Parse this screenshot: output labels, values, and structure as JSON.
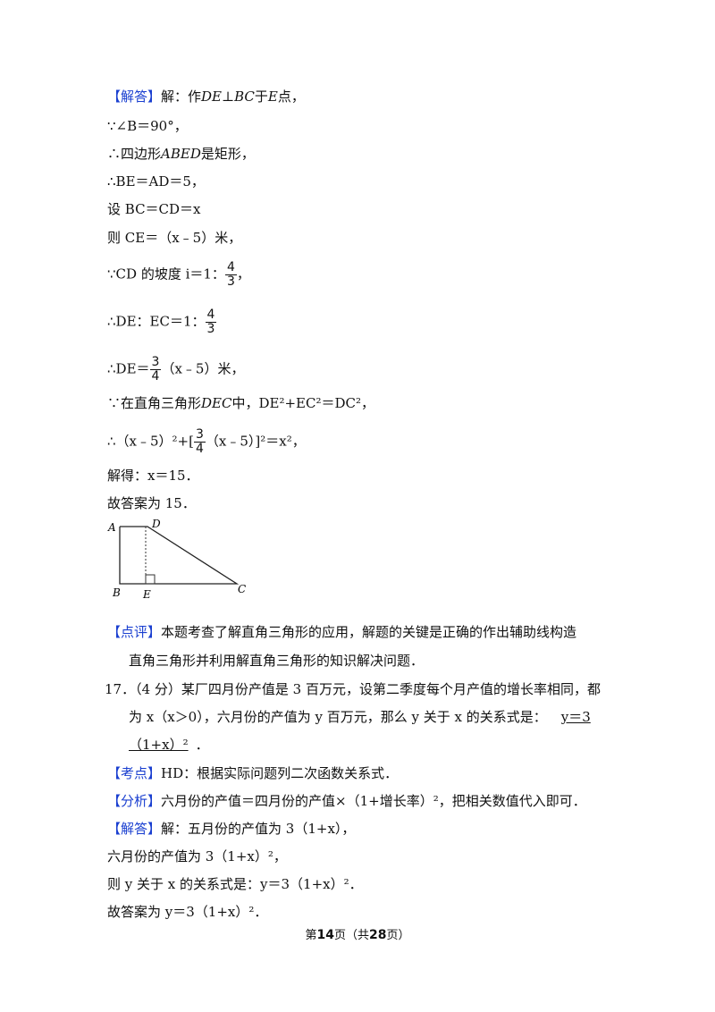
{
  "solution1": {
    "tag": "【解答】",
    "l1": "解：作",
    "de_bc": "DE⊥BC",
    "l1b": "于",
    "E": "E",
    "l1c": "点，",
    "angleB": "∵∠B＝90°，",
    "rect_pre": "∴四边形",
    "ABED": "ABED",
    "rect_post": "是矩形，",
    "be_ad": "∴BE＝AD＝5，",
    "set": "设 BC＝CD＝x",
    "ce": "则 CE＝（x﹣5）米，",
    "slope_pre": "∵CD 的坡度 i＝1：",
    "slope_post": "，",
    "ratio_pre": "∴DE：EC＝1：",
    "de_pre": "∴DE＝",
    "de_post": "（x﹣5）米，",
    "right_pre": "∵在直角三角形",
    "DEC": "DEC",
    "right_post": "中，DE²+EC²＝DC²，",
    "eq_pre": "∴（x﹣5）²+[",
    "eq_post": "（x﹣5）]²＝x²，",
    "solve": "解得：x＝15．",
    "answer": "故答案为 15．",
    "frac43": {
      "n": "4",
      "d": "3"
    },
    "frac34": {
      "n": "3",
      "d": "4"
    }
  },
  "figure": {
    "A": "A",
    "B": "B",
    "C": "C",
    "D": "D",
    "E": "E"
  },
  "comment": {
    "tag": "【点评】",
    "line1": "本题考查了解直角三角形的应用，解题的关键是正确的作出辅助线构造",
    "line2": "直角三角形并利用解直角三角形的知识解决问题．"
  },
  "q17": {
    "line1": "17．（4 分）某厂四月份产值是 3 百万元，设第二季度每个月产值的增长率相同，都",
    "line2": "为 x（x＞0），六月份的产值为 y 百万元，那么 y 关于 x 的关系式是：",
    "answer1": "y＝3",
    "answer2": "（1+x）²",
    "end": "．"
  },
  "kaodian": {
    "tag": "【考点】",
    "text": "HD：根据实际问题列二次函数关系式．"
  },
  "fenxi": {
    "tag": "【分析】",
    "text": "六月份的产值＝四月份的产值×（1+增长率）²，把相关数值代入即可．"
  },
  "solution2": {
    "tag": "【解答】",
    "l1": "解：五月份的产值为 3（1+x），",
    "l2": "六月份的产值为 3（1+x）²，",
    "l3": "则 y 关于 x 的关系式是：y＝3（1+x）²．",
    "l4": "故答案为 y＝3（1+x）²．"
  },
  "footer": {
    "pre": "第",
    "page": "14",
    "mid": "页（共",
    "total": "28",
    "post": "页）"
  }
}
